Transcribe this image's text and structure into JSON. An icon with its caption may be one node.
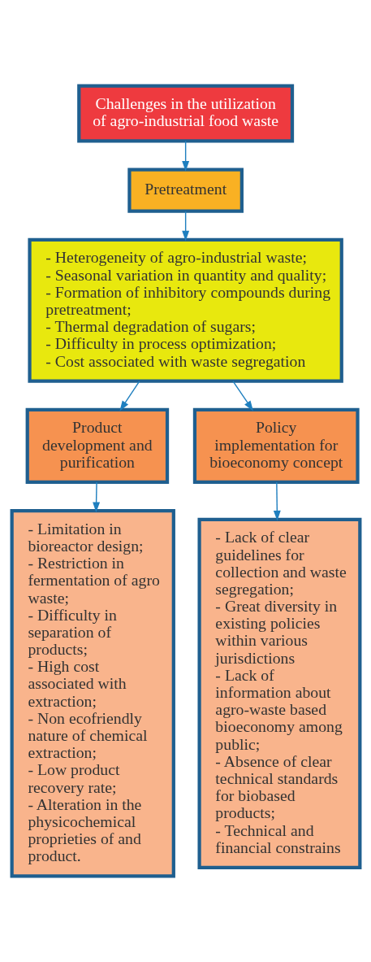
{
  "diagram": {
    "nodes": [
      {
        "text": [
          "Challenges in the utilization of agro-industrial food waste"
        ]
      },
      {
        "text": [
          "Pretreatment"
        ]
      },
      {
        "text": [
          "- Heterogeneity of agro-industrial waste;",
          "- Seasonal variation in quantity and quality;",
          "- Formation of inhibitory compounds during pretreatment;",
          "- Thermal degradation of sugars;",
          "- Difficulty in process optimization;",
          "- Cost associated with waste segregation"
        ]
      },
      {
        "text": [
          "Product development and purification"
        ]
      },
      {
        "text": [
          "Policy implementation for bioeconomy concept"
        ]
      },
      {
        "text": [
          "- Limitation in bioreactor design;",
          "- Restriction in fermentation of agro waste;",
          "- Difficulty in separation of products;",
          "- High cost associated with extraction;",
          "- Non ecofriendly nature of chemical extraction;",
          "- Low product recovery rate;",
          "- Alteration in the physicochemical proprieties of and product."
        ]
      },
      {
        "text": [
          "- Lack of clear guidelines for collection and waste segregation;",
          "- Great diversity in existing policies within various jurisdictions",
          "- Lack of information about agro-waste based bioeconomy among public;",
          "- Absence of clear technical standards for biobased products;",
          "- Technical and financial constrains"
        ]
      }
    ],
    "edges": [
      {
        "from": 0,
        "to": 1,
        "arrow": "to"
      },
      {
        "from": 1,
        "to": 2,
        "arrow": "to"
      },
      {
        "from": 2,
        "to": 3,
        "arrow": "to"
      },
      {
        "from": 2,
        "to": 4,
        "arrow": "to"
      },
      {
        "from": 3,
        "to": 5,
        "arrow": "to"
      },
      {
        "from": 4,
        "to": 6,
        "arrow": "to"
      }
    ]
  }
}
